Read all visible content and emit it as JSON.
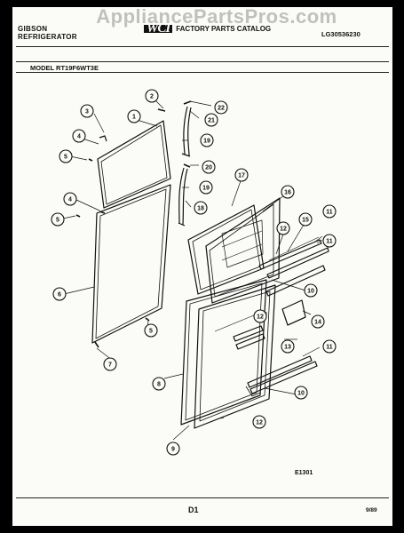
{
  "watermark": "AppliancePartsPros.com",
  "header": {
    "brand_line1": "GIBSON",
    "brand_line2": "REFRIGERATOR",
    "catalog_logo": "WCI",
    "catalog_title": "FACTORY PARTS CATALOG",
    "publication_number": "LG30536230"
  },
  "model_label": "MODEL RT19F6WT3E",
  "figure_number": "E1301",
  "page_number": "D1",
  "date": "9/89",
  "callouts": [
    "1",
    "2",
    "3",
    "4",
    "5",
    "4",
    "5",
    "6",
    "5",
    "7",
    "8",
    "9",
    "10",
    "10",
    "11",
    "11",
    "11",
    "12",
    "12",
    "12",
    "13",
    "14",
    "15",
    "16",
    "17",
    "18",
    "19",
    "19",
    "20",
    "21",
    "22"
  ]
}
